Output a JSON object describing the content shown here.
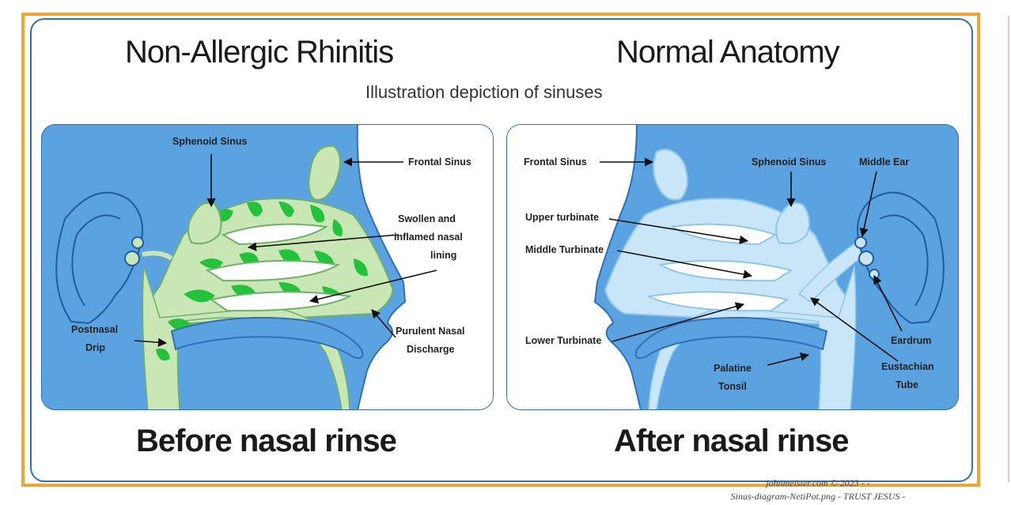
{
  "titles": {
    "left": "Non-Allergic Rhinitis",
    "right": "Normal Anatomy",
    "subtitle": "Illustration depiction of sinuses"
  },
  "captions": {
    "left": "Before nasal rinse",
    "right": "After nasal rinse"
  },
  "left_labels": {
    "sphenoid": "Sphenoid Sinus",
    "frontal": "Frontal Sinus",
    "swollen_1": "Swollen and",
    "swollen_2": "inflamed nasal",
    "swollen_3": "lining",
    "postnasal_1": "Postnasal",
    "postnasal_2": "Drip",
    "purulent_1": "Purulent Nasal",
    "purulent_2": "Discharge"
  },
  "right_labels": {
    "frontal": "Frontal Sinus",
    "sphenoid": "Sphenoid Sinus",
    "middle_ear": "Middle Ear",
    "upper_turbinate": "Upper turbinate",
    "middle_turbinate": "Middle Turbinate",
    "lower_turbinate": "Lower Turbinate",
    "palatine_1": "Palatine",
    "palatine_2": "Tonsil",
    "eardrum": "Eardrum",
    "eustachian_1": "Eustachian",
    "eustachian_2": "Tube"
  },
  "watermark": {
    "line1": "johnmeister.com  ©  2023  -  -",
    "line2": "Sinus-diagram-NetiPot.png  - TRUST JESUS -"
  },
  "colors": {
    "frame": "#f2a431",
    "panel_blue": "#5ba3e0",
    "tissue_green": "#c9e7b4",
    "inflamed_green": "#22c23a",
    "healthy_tissue": "#c8e6f7"
  }
}
